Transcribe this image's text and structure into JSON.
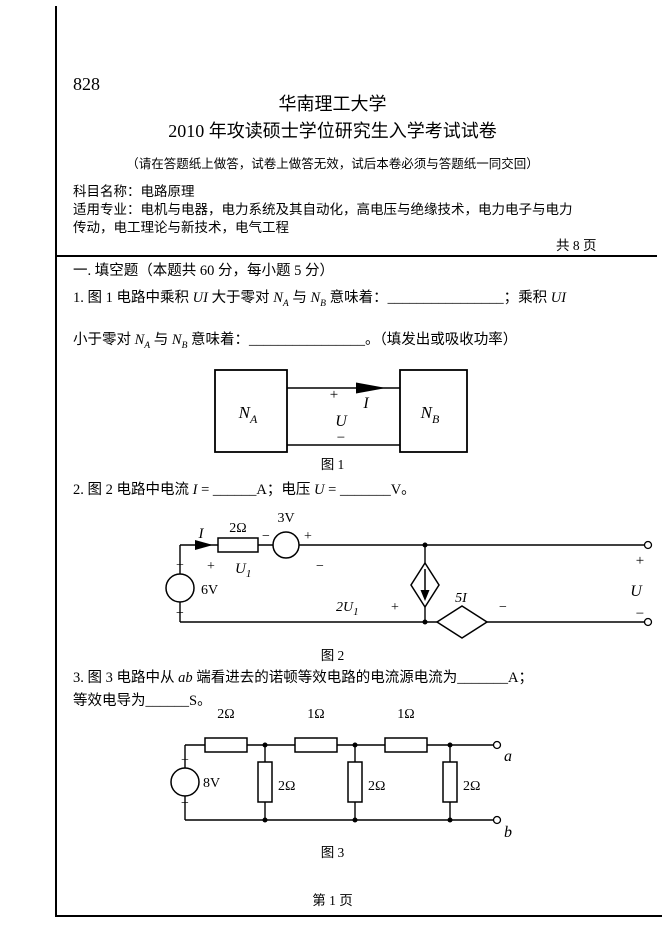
{
  "sym": {
    "plus": "+",
    "minus": "−"
  },
  "header": {
    "code": "828",
    "university": "华南理工大学",
    "exam_title": "2010 年攻读硕士学位研究生入学考试试卷",
    "note": "（请在答题纸上做答，试卷上做答无效，试后本卷必须与答题纸一同交回）",
    "subject": "科目名称：电路原理",
    "majors_line1": "适用专业：电机与电器，电力系统及其自动化，高电压与绝缘技术，电力电子与电力",
    "majors_line2": "传动，电工理论与新技术，电气工程",
    "page_count": "共  8  页"
  },
  "section": {
    "heading": "一. 填空题（本题共 60 分，每小题 5 分）"
  },
  "q1": {
    "line1": [
      {
        "t": "1. 图 1 电路中乘积 "
      },
      {
        "t": "UI",
        "i": true
      },
      {
        "t": " 大于零对 "
      },
      {
        "t": "N",
        "i": true
      },
      {
        "t": "A",
        "i": true,
        "sub": true
      },
      {
        "t": " 与 "
      },
      {
        "t": "N",
        "i": true
      },
      {
        "t": "B",
        "i": true,
        "sub": true
      },
      {
        "t": " 意味着："
      },
      {
        "t": "________________"
      },
      {
        "t": "；乘积 "
      },
      {
        "t": "UI",
        "i": true
      }
    ],
    "line2": [
      {
        "t": "小于零对 "
      },
      {
        "t": "N",
        "i": true
      },
      {
        "t": "A",
        "i": true,
        "sub": true
      },
      {
        "t": " 与 "
      },
      {
        "t": "N",
        "i": true
      },
      {
        "t": "B",
        "i": true,
        "sub": true
      },
      {
        "t": " 意味着："
      },
      {
        "t": "________________"
      },
      {
        "t": "。（填发出或吸收功率）"
      }
    ]
  },
  "q2": {
    "line": [
      {
        "t": "2. 图 2 电路中电流 "
      },
      {
        "t": "I",
        "i": true
      },
      {
        "t": " = "
      },
      {
        "t": "______"
      },
      {
        "t": "A；电压 "
      },
      {
        "t": "U",
        "i": true
      },
      {
        "t": " = "
      },
      {
        "t": "_______"
      },
      {
        "t": "V。"
      }
    ]
  },
  "q3": {
    "line1": [
      {
        "t": "3. 图 3 电路中从 "
      },
      {
        "t": "ab",
        "i": true
      },
      {
        "t": " 端看进去的诺顿等效电路的电流源电流为"
      },
      {
        "t": "_______"
      },
      {
        "t": "A；"
      }
    ],
    "line2": [
      {
        "t": "等效电导为"
      },
      {
        "t": "______"
      },
      {
        "t": "S。"
      }
    ]
  },
  "fig1": {
    "caption": "图 1",
    "left_box": "N",
    "left_box_sub": "A",
    "right_box": "N",
    "right_box_sub": "B",
    "current": "I",
    "voltage": "U"
  },
  "fig2": {
    "caption": "图 2",
    "source_v": "6V",
    "current": "I",
    "resistor": "2Ω",
    "source_v2": "3V",
    "u1": "U",
    "u1_sub": "1",
    "dep_source_v": "2U",
    "dep_source_v_sub": "1",
    "dep_source_i": "5I",
    "voltage": "U"
  },
  "fig3": {
    "caption": "图 3",
    "source_v": "8V",
    "series_resistors": [
      "2Ω",
      "1Ω",
      "1Ω"
    ],
    "shunt_resistors": [
      "2Ω",
      "2Ω",
      "2Ω"
    ],
    "terminal_a": "a",
    "terminal_b": "b"
  },
  "footer": {
    "page": "第  1  页"
  }
}
